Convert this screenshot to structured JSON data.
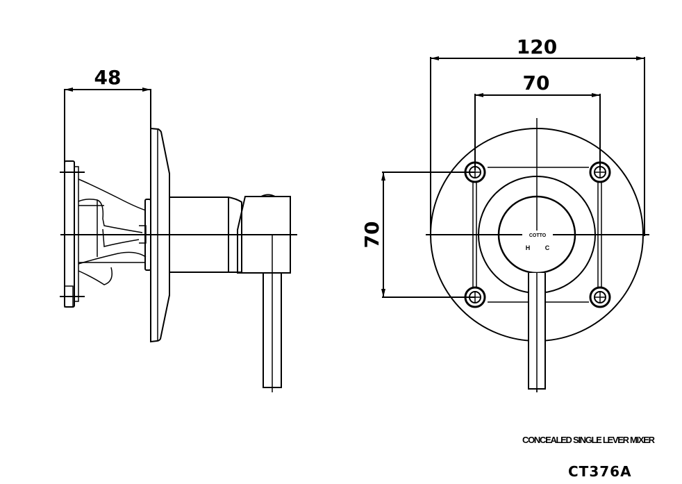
{
  "drawing": {
    "description": "CONCEALED SINGLE LEVER  MIXER",
    "model": "CT376A",
    "brand_mark": "COTTO",
    "plate_labels": {
      "hot": "H",
      "cold": "C"
    },
    "line_color": "#000000",
    "background": "#ffffff"
  },
  "dimensions": {
    "side_depth": "48",
    "front_overall_width": "120",
    "front_mount_width": "70",
    "front_mount_height": "70"
  },
  "views": [
    "side-view",
    "front-view"
  ]
}
